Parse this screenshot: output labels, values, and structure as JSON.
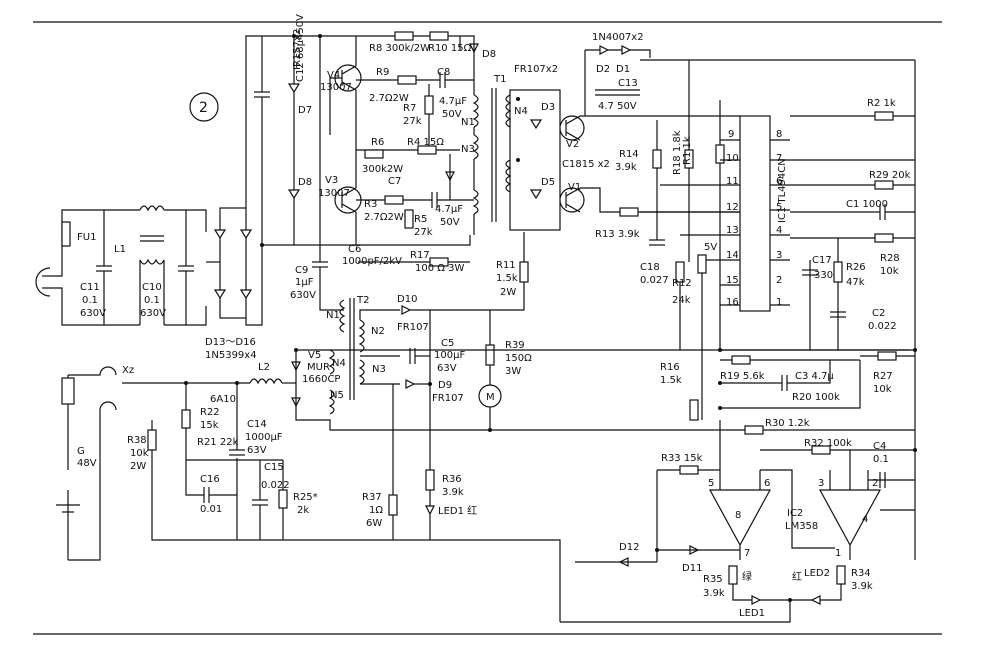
{
  "figure_number": "2",
  "chip": {
    "name": "IC1 TL494CN",
    "pins": [
      "9",
      "8",
      "10",
      "7",
      "11",
      "6",
      "12",
      "5",
      "13",
      "4",
      "3",
      "14",
      "15",
      "16",
      "1",
      "2"
    ]
  },
  "opamp": {
    "name": "IC2",
    "part": "LM358",
    "pins_a": [
      "5",
      "6",
      "8",
      "7"
    ],
    "pins_b": [
      "3",
      "2",
      "4",
      "1"
    ]
  },
  "labels": [
    {
      "id": "r8",
      "text": "R8  300k/2W"
    },
    {
      "id": "r10",
      "text": "R10  15Ω"
    },
    {
      "id": "d8a",
      "text": "D8"
    },
    {
      "id": "d4n",
      "text": "1N4007x2"
    },
    {
      "id": "d2",
      "text": "D2"
    },
    {
      "id": "d1",
      "text": "D1"
    },
    {
      "id": "c13",
      "text": "C13"
    },
    {
      "id": "c13v",
      "text": "4.7  50V"
    },
    {
      "id": "v4",
      "text": "V4"
    },
    {
      "id": "v4p",
      "text": "13007"
    },
    {
      "id": "r9",
      "text": "R9"
    },
    {
      "id": "r9v",
      "text": "2.7Ω2W"
    },
    {
      "id": "c8",
      "text": "C8"
    },
    {
      "id": "r7",
      "text": "R7"
    },
    {
      "id": "r7v",
      "text": "27k"
    },
    {
      "id": "c8v",
      "text": "4.7μF"
    },
    {
      "id": "c8vv",
      "text": "50V"
    },
    {
      "id": "t1",
      "text": "T1"
    },
    {
      "id": "n1a",
      "text": "N1"
    },
    {
      "id": "n3a",
      "text": "N3"
    },
    {
      "id": "fr",
      "text": "FR107x2"
    },
    {
      "id": "n4a",
      "text": "N4"
    },
    {
      "id": "d3",
      "text": "D3"
    },
    {
      "id": "v2",
      "text": "V2"
    },
    {
      "id": "d5",
      "text": "D5"
    },
    {
      "id": "v1",
      "text": "V1"
    },
    {
      "id": "c1815",
      "text": "C1815 x2"
    },
    {
      "id": "r14",
      "text": "R14"
    },
    {
      "id": "r14v",
      "text": "3.9k"
    },
    {
      "id": "r18",
      "text": "R18  1.8k"
    },
    {
      "id": "r1",
      "text": "R1  1k"
    },
    {
      "id": "r2",
      "text": "R2  1k"
    },
    {
      "id": "r29",
      "text": "R29  20k"
    },
    {
      "id": "c1",
      "text": "C1  1000"
    },
    {
      "id": "r28",
      "text": "R28"
    },
    {
      "id": "r28v",
      "text": "10k"
    },
    {
      "id": "r13",
      "text": "R13  3.9k"
    },
    {
      "id": "c18",
      "text": "C18"
    },
    {
      "id": "c18v",
      "text": "0.027"
    },
    {
      "id": "r12",
      "text": "R12"
    },
    {
      "id": "r12v",
      "text": "24k"
    },
    {
      "id": "v5v",
      "text": "5V"
    },
    {
      "id": "c17",
      "text": "C17"
    },
    {
      "id": "c17v",
      "text": "330"
    },
    {
      "id": "r26",
      "text": "R26"
    },
    {
      "id": "r26v",
      "text": "47k"
    },
    {
      "id": "c2",
      "text": "C2"
    },
    {
      "id": "c2v",
      "text": "0.022"
    },
    {
      "id": "r6",
      "text": "R6"
    },
    {
      "id": "r4",
      "text": "R4  15Ω"
    },
    {
      "id": "r6v",
      "text": "300k2W"
    },
    {
      "id": "v3",
      "text": "V3"
    },
    {
      "id": "v3p",
      "text": "13007"
    },
    {
      "id": "c7",
      "text": "C7"
    },
    {
      "id": "r3",
      "text": "R3"
    },
    {
      "id": "r3v",
      "text": "2.7Ω2W"
    },
    {
      "id": "r5",
      "text": "R5"
    },
    {
      "id": "r5v",
      "text": "27k"
    },
    {
      "id": "c7v",
      "text": "4.7μF"
    },
    {
      "id": "c7vv",
      "text": "50V"
    },
    {
      "id": "c6",
      "text": "C6"
    },
    {
      "id": "c6v",
      "text": "1000pF/2kV"
    },
    {
      "id": "r17",
      "text": "R17"
    },
    {
      "id": "r17v",
      "text": "100 Ω  3W"
    },
    {
      "id": "r11",
      "text": "R11"
    },
    {
      "id": "r11v",
      "text": "1.5k"
    },
    {
      "id": "r11w",
      "text": "2W"
    },
    {
      "id": "c12",
      "text": "C12  68μ450V"
    },
    {
      "id": "ir",
      "text": "IR157x2"
    },
    {
      "id": "d7",
      "text": "D7"
    },
    {
      "id": "d8b",
      "text": "D8"
    },
    {
      "id": "c9",
      "text": "C9"
    },
    {
      "id": "c9v",
      "text": "1μF"
    },
    {
      "id": "c9vv",
      "text": "630V"
    },
    {
      "id": "fu1",
      "text": "FU1"
    },
    {
      "id": "l1",
      "text": "L1"
    },
    {
      "id": "c11",
      "text": "C11"
    },
    {
      "id": "c11v",
      "text": "0.1"
    },
    {
      "id": "c11vv",
      "text": "630V"
    },
    {
      "id": "c10",
      "text": "C10"
    },
    {
      "id": "c10v",
      "text": "0.1"
    },
    {
      "id": "c10vv",
      "text": "630V"
    },
    {
      "id": "d13",
      "text": "D13～D16"
    },
    {
      "id": "d13v",
      "text": "1N5399x4"
    },
    {
      "id": "t2",
      "text": "T2"
    },
    {
      "id": "d10",
      "text": "D10"
    },
    {
      "id": "fr107a",
      "text": "FR107"
    },
    {
      "id": "n1b",
      "text": "N1"
    },
    {
      "id": "n2b",
      "text": "N2"
    },
    {
      "id": "n3b",
      "text": "N3"
    },
    {
      "id": "c5",
      "text": "C5"
    },
    {
      "id": "c5v",
      "text": "100μF"
    },
    {
      "id": "c5vv",
      "text": "63V"
    },
    {
      "id": "d9",
      "text": "D9"
    },
    {
      "id": "fr107b",
      "text": "FR107"
    },
    {
      "id": "r39",
      "text": "R39"
    },
    {
      "id": "r39v",
      "text": "150Ω"
    },
    {
      "id": "r39w",
      "text": "3W"
    },
    {
      "id": "motor",
      "text": "M"
    },
    {
      "id": "xz",
      "text": "Xz"
    },
    {
      "id": "l2",
      "text": "L2"
    },
    {
      "id": "v5",
      "text": "V5"
    },
    {
      "id": "v5p",
      "text": "MUR"
    },
    {
      "id": "v5pp",
      "text": "1660CP"
    },
    {
      "id": "n4b",
      "text": "N4"
    },
    {
      "id": "n5b",
      "text": "N5"
    },
    {
      "id": "a6",
      "text": "6A10"
    },
    {
      "id": "r22",
      "text": "R22"
    },
    {
      "id": "r22v",
      "text": "15k"
    },
    {
      "id": "c14",
      "text": "C14"
    },
    {
      "id": "c14v",
      "text": "1000μF"
    },
    {
      "id": "c14vv",
      "text": "63V"
    },
    {
      "id": "r21",
      "text": "R21  22k"
    },
    {
      "id": "r38",
      "text": "R38"
    },
    {
      "id": "r38v",
      "text": "10k"
    },
    {
      "id": "r38w",
      "text": "2W"
    },
    {
      "id": "g",
      "text": "G"
    },
    {
      "id": "g48",
      "text": "48V"
    },
    {
      "id": "c16",
      "text": "C16"
    },
    {
      "id": "c16v",
      "text": "0.01"
    },
    {
      "id": "c15",
      "text": "C15"
    },
    {
      "id": "c15v",
      "text": "0.022"
    },
    {
      "id": "r25",
      "text": "R25*"
    },
    {
      "id": "r25v",
      "text": "2k"
    },
    {
      "id": "r37",
      "text": "R37"
    },
    {
      "id": "r37v",
      "text": "1Ω"
    },
    {
      "id": "r37w",
      "text": "6W"
    },
    {
      "id": "r36",
      "text": "R36"
    },
    {
      "id": "r36v",
      "text": "3.9k"
    },
    {
      "id": "led1a",
      "text": "LED1 红"
    },
    {
      "id": "r16",
      "text": "R16"
    },
    {
      "id": "r16v",
      "text": "1.5k"
    },
    {
      "id": "r19",
      "text": "R19  5.6k"
    },
    {
      "id": "c3",
      "text": "C3  4.7μ"
    },
    {
      "id": "r27",
      "text": "R27"
    },
    {
      "id": "r27v",
      "text": "10k"
    },
    {
      "id": "r20",
      "text": "R20  100k"
    },
    {
      "id": "r30",
      "text": "R30  1.2k"
    },
    {
      "id": "r32",
      "text": "R32  100k"
    },
    {
      "id": "c4",
      "text": "C4"
    },
    {
      "id": "c4v",
      "text": "0.1"
    },
    {
      "id": "r33",
      "text": "R33  15k"
    },
    {
      "id": "d12",
      "text": "D12"
    },
    {
      "id": "d11",
      "text": "D11"
    },
    {
      "id": "r35",
      "text": "R35"
    },
    {
      "id": "r35v",
      "text": "3.9k"
    },
    {
      "id": "green",
      "text": "绿"
    },
    {
      "id": "led1b",
      "text": "LED1"
    },
    {
      "id": "red",
      "text": "红"
    },
    {
      "id": "led2",
      "text": "LED2"
    },
    {
      "id": "r34",
      "text": "R34"
    },
    {
      "id": "r34v",
      "text": "3.9k"
    }
  ]
}
